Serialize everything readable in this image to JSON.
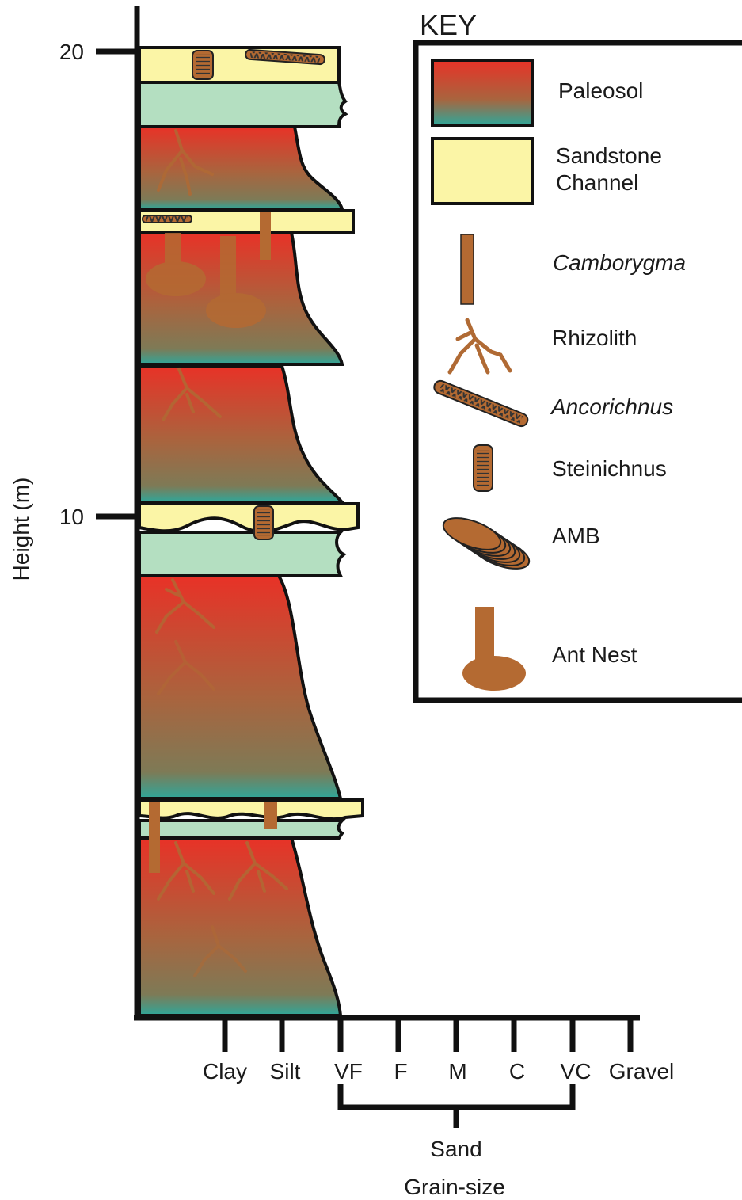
{
  "axis": {
    "y_label": "Height (m)",
    "y_ticks": [
      "20",
      "10"
    ],
    "x_label": "Grain-size",
    "x_ticks": [
      "Clay",
      "Silt",
      "VF",
      "F",
      "M",
      "C",
      "VC",
      "Gravel"
    ],
    "sand_bracket_label": "Sand"
  },
  "key": {
    "title": "KEY",
    "paleosol": "Paleosol",
    "sandstone_line1": "Sandstone",
    "sandstone_line2": "Channel",
    "camborygma": "Camborygma",
    "rhizolith": "Rhizolith",
    "ancorichnus": "Ancorichnus",
    "steinichnus": "Steinichnus",
    "amb": "AMB",
    "ant_nest": "Ant Nest"
  },
  "colors": {
    "paleosol_top": "#e83227",
    "paleosol_mid": "#a9643e",
    "paleosol_bottom": "#3aa792",
    "sandstone": "#fbf5a6",
    "green_base": "#b4dfc1",
    "trace_brown": "#b46a32",
    "outline": "#111111"
  }
}
